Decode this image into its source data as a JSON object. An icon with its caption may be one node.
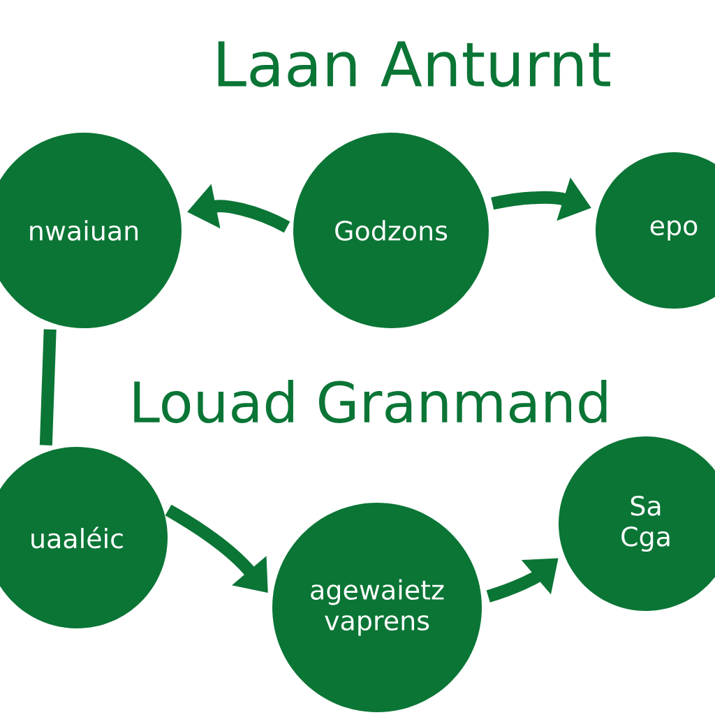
{
  "diagram": {
    "title": "Laan Anturnt",
    "nodes": [
      {
        "text": [
          "nwaiuan"
        ]
      },
      {
        "text": [
          "Godzons"
        ]
      },
      {
        "text": [
          "epo"
        ]
      },
      {
        "text": [
          "uaaléic"
        ]
      },
      {
        "text": [
          "agewaietz vaprens"
        ]
      },
      {
        "text": [
          "Sa Cga"
        ]
      }
    ],
    "edges": [
      {
        "from": 1,
        "to": 0,
        "arrow": "to"
      },
      {
        "from": 1,
        "to": 2,
        "arrow": "to"
      },
      {
        "from": 3,
        "to": 0,
        "arrow": "none"
      },
      {
        "from": 3,
        "to": 4,
        "arrow": "to"
      },
      {
        "from": 4,
        "to": 5,
        "arrow": "to"
      }
    ],
    "labels": [
      "Louad Granmand"
    ]
  }
}
